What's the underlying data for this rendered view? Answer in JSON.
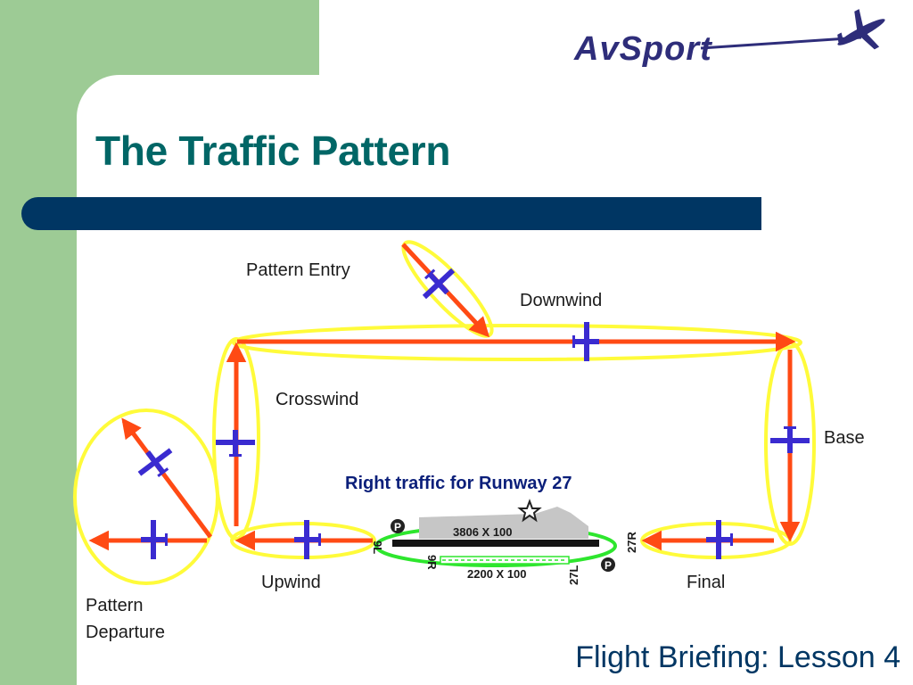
{
  "slide": {
    "title": "The Traffic Pattern",
    "footer": "Flight Briefing: Lesson 4",
    "logo_text": "AvSport"
  },
  "diagram": {
    "subtitle": "Right traffic for Runway 27",
    "legs": {
      "pattern_entry": "Pattern Entry",
      "downwind": "Downwind",
      "crosswind": "Crosswind",
      "base": "Base",
      "upwind": "Upwind",
      "final": "Final",
      "pattern_departure_line1": "Pattern",
      "pattern_departure_line2": "Departure"
    },
    "runway": {
      "primary_dimensions": "3806 X 100",
      "secondary_dimensions": "2200 X 100",
      "designators": [
        "9L",
        "27R",
        "9R",
        "27L"
      ],
      "parking_marker": "P"
    },
    "colors": {
      "arrow": "#ff4a14",
      "highlight": "#fffb3a",
      "airplane": "#3a2bd0",
      "runway_outline": "#2ee62e",
      "title": "#006666",
      "bar": "#003663",
      "side_panel": "#9dcb95"
    }
  }
}
